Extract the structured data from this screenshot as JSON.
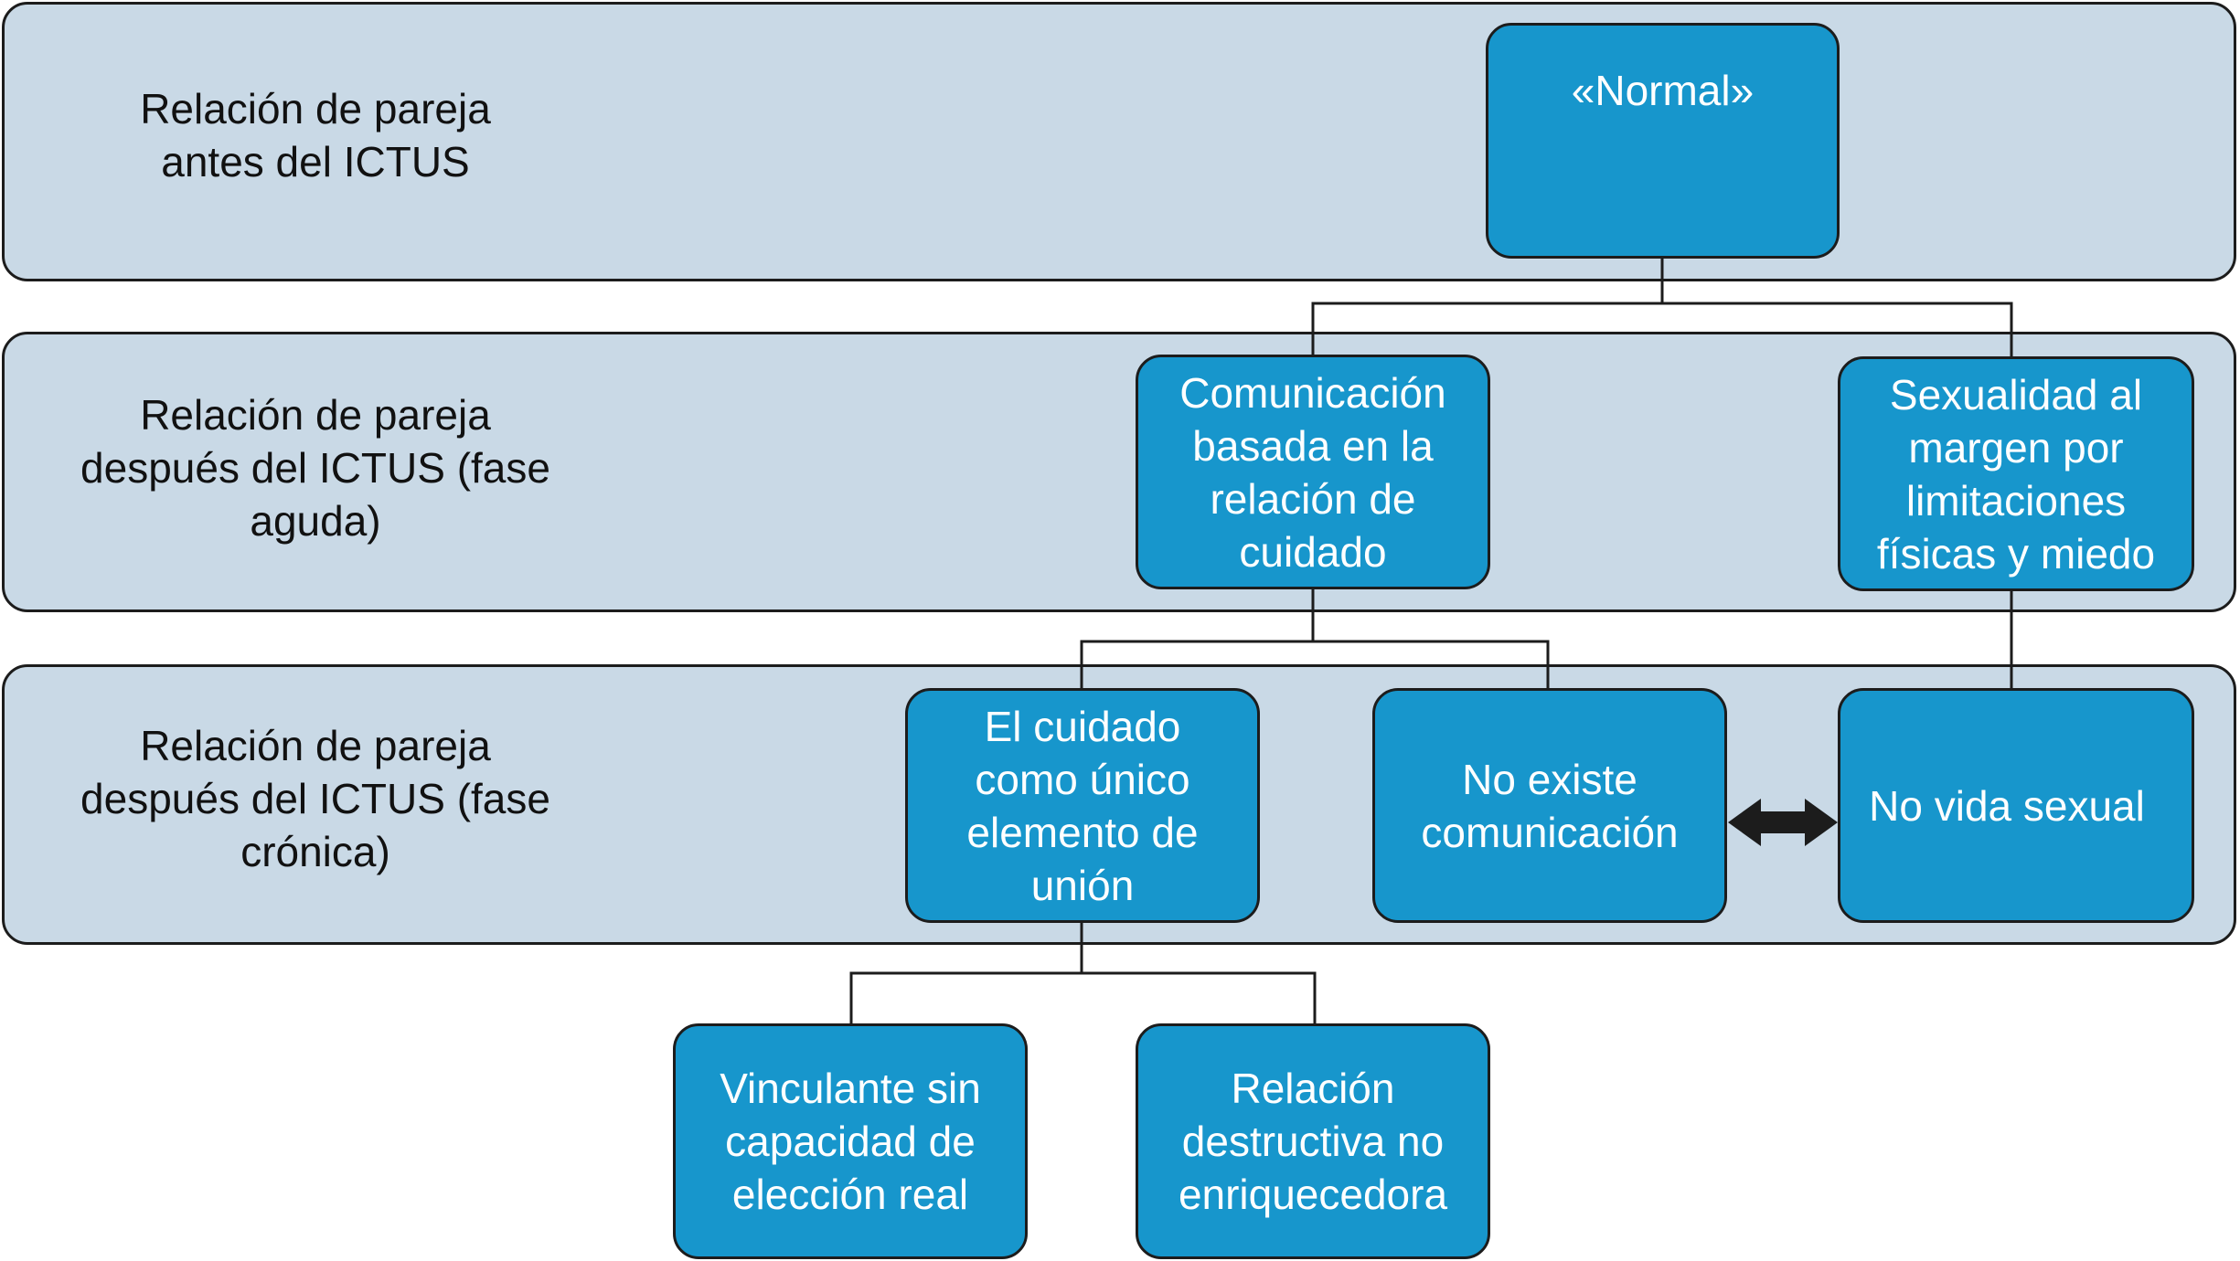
{
  "bands": {
    "before": {
      "label": "Relación de pareja\nantes del ICTUS"
    },
    "acute": {
      "label": "Relación de pareja\ndespués del ICTUS (fase\naguda)"
    },
    "chronic": {
      "label": "Relación de pareja\ndespués del ICTUS (fase\ncrónica)"
    }
  },
  "nodes": {
    "normal": "«Normal»",
    "communication_care": "Comunicación\nbasada en la\nrelación de\ncuidado",
    "sexuality_margin": "Sexualidad al\nmargen por\nlimitaciones\nfísicas y miedo",
    "care_only_union": "El cuidado\ncomo único\nelemento de\nunión",
    "no_communication": "No existe\ncomunicación",
    "no_sex_life": "No vida sexual",
    "binding_no_choice": "Vinculante sin\ncapacidad de\nelección real",
    "destructive": "Relación\ndestructiva no\nenriquecedora"
  },
  "colors": {
    "band_fill": "#c9d9e6",
    "node_fill": "#1796cc",
    "outline": "#1c1c1c",
    "node_text": "#ffffff",
    "label_text": "#111111"
  }
}
